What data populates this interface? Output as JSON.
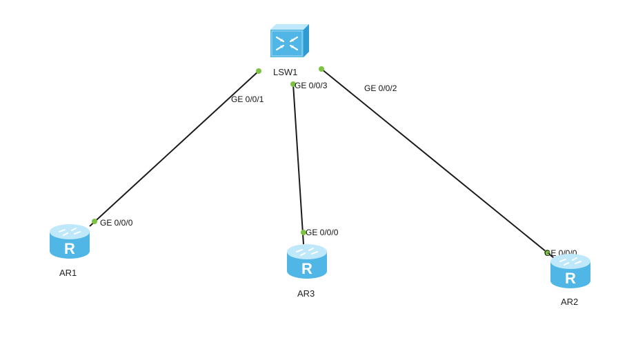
{
  "colors": {
    "link": "#1a1a1a",
    "port_up": "#7dc242",
    "device_body": "#4fb6e6",
    "device_top": "#bfe8fb",
    "device_side": "#2f9bd0"
  },
  "devices": {
    "lsw1": {
      "label": "LSW1",
      "type": "switch",
      "icon": "switch-icon"
    },
    "ar1": {
      "label": "AR1",
      "type": "router",
      "icon": "router-icon"
    },
    "ar2": {
      "label": "AR2",
      "type": "router",
      "icon": "router-icon"
    },
    "ar3": {
      "label": "AR3",
      "type": "router",
      "icon": "router-icon"
    }
  },
  "links": [
    {
      "from": "lsw1",
      "to": "ar1",
      "from_port": "GE 0/0/1",
      "to_port": "GE 0/0/0",
      "status": "up"
    },
    {
      "from": "lsw1",
      "to": "ar3",
      "from_port": "GE 0/0/3",
      "to_port": "GE 0/0/0",
      "status": "up"
    },
    {
      "from": "lsw1",
      "to": "ar2",
      "from_port": "GE 0/0/2",
      "to_port": "GE 0/0/0",
      "status": "up"
    }
  ]
}
